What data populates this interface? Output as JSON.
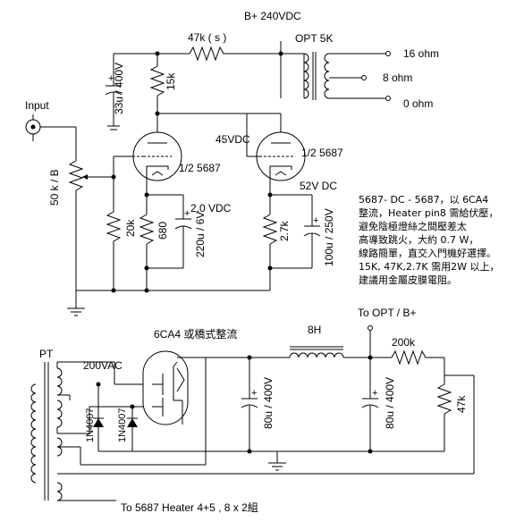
{
  "labels": {
    "supply": "B+  240VDC",
    "r_series": "47k ( s )",
    "opt": "OPT 5K",
    "out16": "16 ohm",
    "out8": "8 ohm",
    "out0": "0 ohm",
    "c_supply": "33u / 400V",
    "r_15k": "15k",
    "input": "Input",
    "pot": "50 k / B",
    "v_45": "45VDC",
    "tube1": "1/2 5687",
    "tube2": "1/2 5687",
    "v_52": "52V DC",
    "v_2": "2.0 VDC",
    "r_20k": "20k",
    "r_680": "680",
    "c_220u": "220u / 6V",
    "r_27k": "2.7k",
    "c_100u": "100u / 250V",
    "to_opt": "To OPT / B+",
    "rectifier": "6CA4 或橋式整流",
    "choke": "8H",
    "r_200k": "200k",
    "pt": "PT",
    "v_200": "200VAC",
    "d1": "1N4007",
    "d2": "1N4007",
    "c_80a": "80u / 400V",
    "c_80b": "80u / 400V",
    "r_47k": "47k",
    "heater": "To 5687 Heater 4+5 , 8 x 2組"
  },
  "note": [
    "5687- DC - 5687，以 6CA4",
    "整流，Heater pin8 需給伏壓，",
    "避免陰極燈絲之間壓差太",
    "高導致跳火，大約 0.7 W，",
    "線路簡單，直交入門機好選擇。",
    "15K, 47K,2.7K 需用2W 以上，",
    "建議用金屬皮膜電阻。"
  ]
}
